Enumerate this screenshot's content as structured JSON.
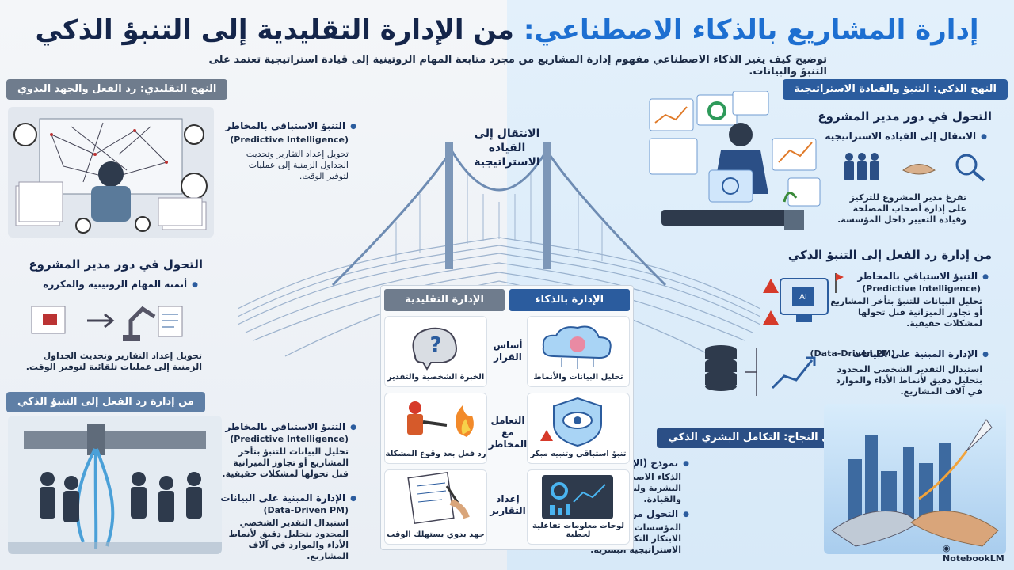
{
  "title": {
    "part1": "إدارة المشاريع بالذكاء الاصطناعي:",
    "part2": "من الإدارة التقليدية إلى التنبؤ الذكي"
  },
  "subtitle": "توضيح كيف يغير الذكاء الاصطناعي مفهوم إدارة المشاريع من مجرد متابعة المهام الروتينية إلى قيادة استراتيجية تعتمد على التنبؤ والبيانات.",
  "left": {
    "header": "النهج التقليدي: رد الفعل والجهد اليدوي",
    "top_bullet": {
      "title": "التنبؤ الاستباقي بالمخاطر",
      "en": "(Predictive Intelligence)",
      "text": "تحويل إعداد التقارير وتحديث الجداول الزمنية إلى عمليات لتوفير الوقت."
    },
    "role_title": "التحول في دور مدير المشروع",
    "role_bullet": "أتمتة المهام الروتينية والمكررة",
    "role_text": "تحويل إعداد التقارير وتحديث الجداول الزمنية إلى عمليات تلقائية لتوفير الوقت.",
    "section2": "من إدارة رد الفعل إلى التنبؤ الذكي",
    "b1": {
      "title": "التنبؤ الاستباقي بالمخاطر",
      "en": "(Predictive Intelligence)",
      "text": "تحليل البيانات للتنبؤ بتأخر المشاريع أو تجاوز الميزانية قبل تحولها لمشكلات حقيقية."
    },
    "b2": {
      "title": "الإدارة المبنية على البيانات",
      "en": "(Data-Driven PM)",
      "text": "استبدال التقدير الشخصي المحدود بتحليل دقيق لأنماط الأداء والموارد في آلاف المشاريع."
    }
  },
  "right": {
    "header": "النهج الذكي: التنبؤ والقيادة الاستراتيجية",
    "role_title": "التحول في دور مدير المشروع",
    "role_bullet": "الانتقال إلى القيادة الاستراتيجية",
    "role_text": "تفرغ مدير المشروع للتركيز على إدارة أصحاب المصلحة وقيادة التغيير داخل المؤسسة.",
    "section2": "من إدارة رد الفعل إلى التنبؤ الذكي",
    "b1": {
      "title": "التنبؤ الاستباقي بالمخاطر",
      "en": "(Predictive Intelligence)",
      "text": "تحليل البيانات للتنبؤ بتأخر المشاريع أو تجاوز الميزانية قبل تحولها لمشكلات حقيقية."
    },
    "b2": {
      "title": "الإدارة المبنية على البيانات",
      "en": "(Data-Driven PM)",
      "text": "استبدال التقدير الشخصي المحدود بتحليل دقيق لأنماط الأداء والموارد في آلاف المشاريع."
    },
    "future_header": "مستقبل النجاح: التكامل البشري الذكي",
    "f1": {
      "title": "نموذج (الإنسان + الذكاء الاصطناعي)",
      "text": "الذكاء الاصطناعي أداة لمزيد القدرات البشرية وليس بديلاً عن الخبرة والقيادة."
    },
    "f2": {
      "title": "التحول من \"الرقمي\" إلى \"الذكي\"",
      "text": "المؤسسات الناجحة هي التي تدمج الابتكار التكنولوجي مع الرؤية الاستراتيجية البشرية."
    }
  },
  "bridge_label": "الانتقال إلى القيادة الاستراتيجية",
  "table": {
    "col_ai": "الإدارة بالذكاء الاصطناعي",
    "col_trad": "الإدارة التقليدية",
    "rows": [
      {
        "label": "أساس القرار",
        "ai": "تحليل البيانات والأنماط",
        "trad": "الخبرة الشخصية والتقدير"
      },
      {
        "label": "التعامل مع المخاطر",
        "ai": "تنبؤ استباقي وتنبيه مبكر",
        "trad": "رد فعل بعد وقوع المشكلة"
      },
      {
        "label": "إعداد التقارير",
        "ai": "لوحات معلومات تفاعلية لحظية",
        "trad": "جهد يدوي يستهلك الوقت"
      }
    ]
  },
  "logo": "NotebookLM",
  "colors": {
    "navy": "#14254a",
    "blue": "#2b5c9e",
    "grey": "#6f7c8d",
    "accent": "#1d6fd1"
  }
}
